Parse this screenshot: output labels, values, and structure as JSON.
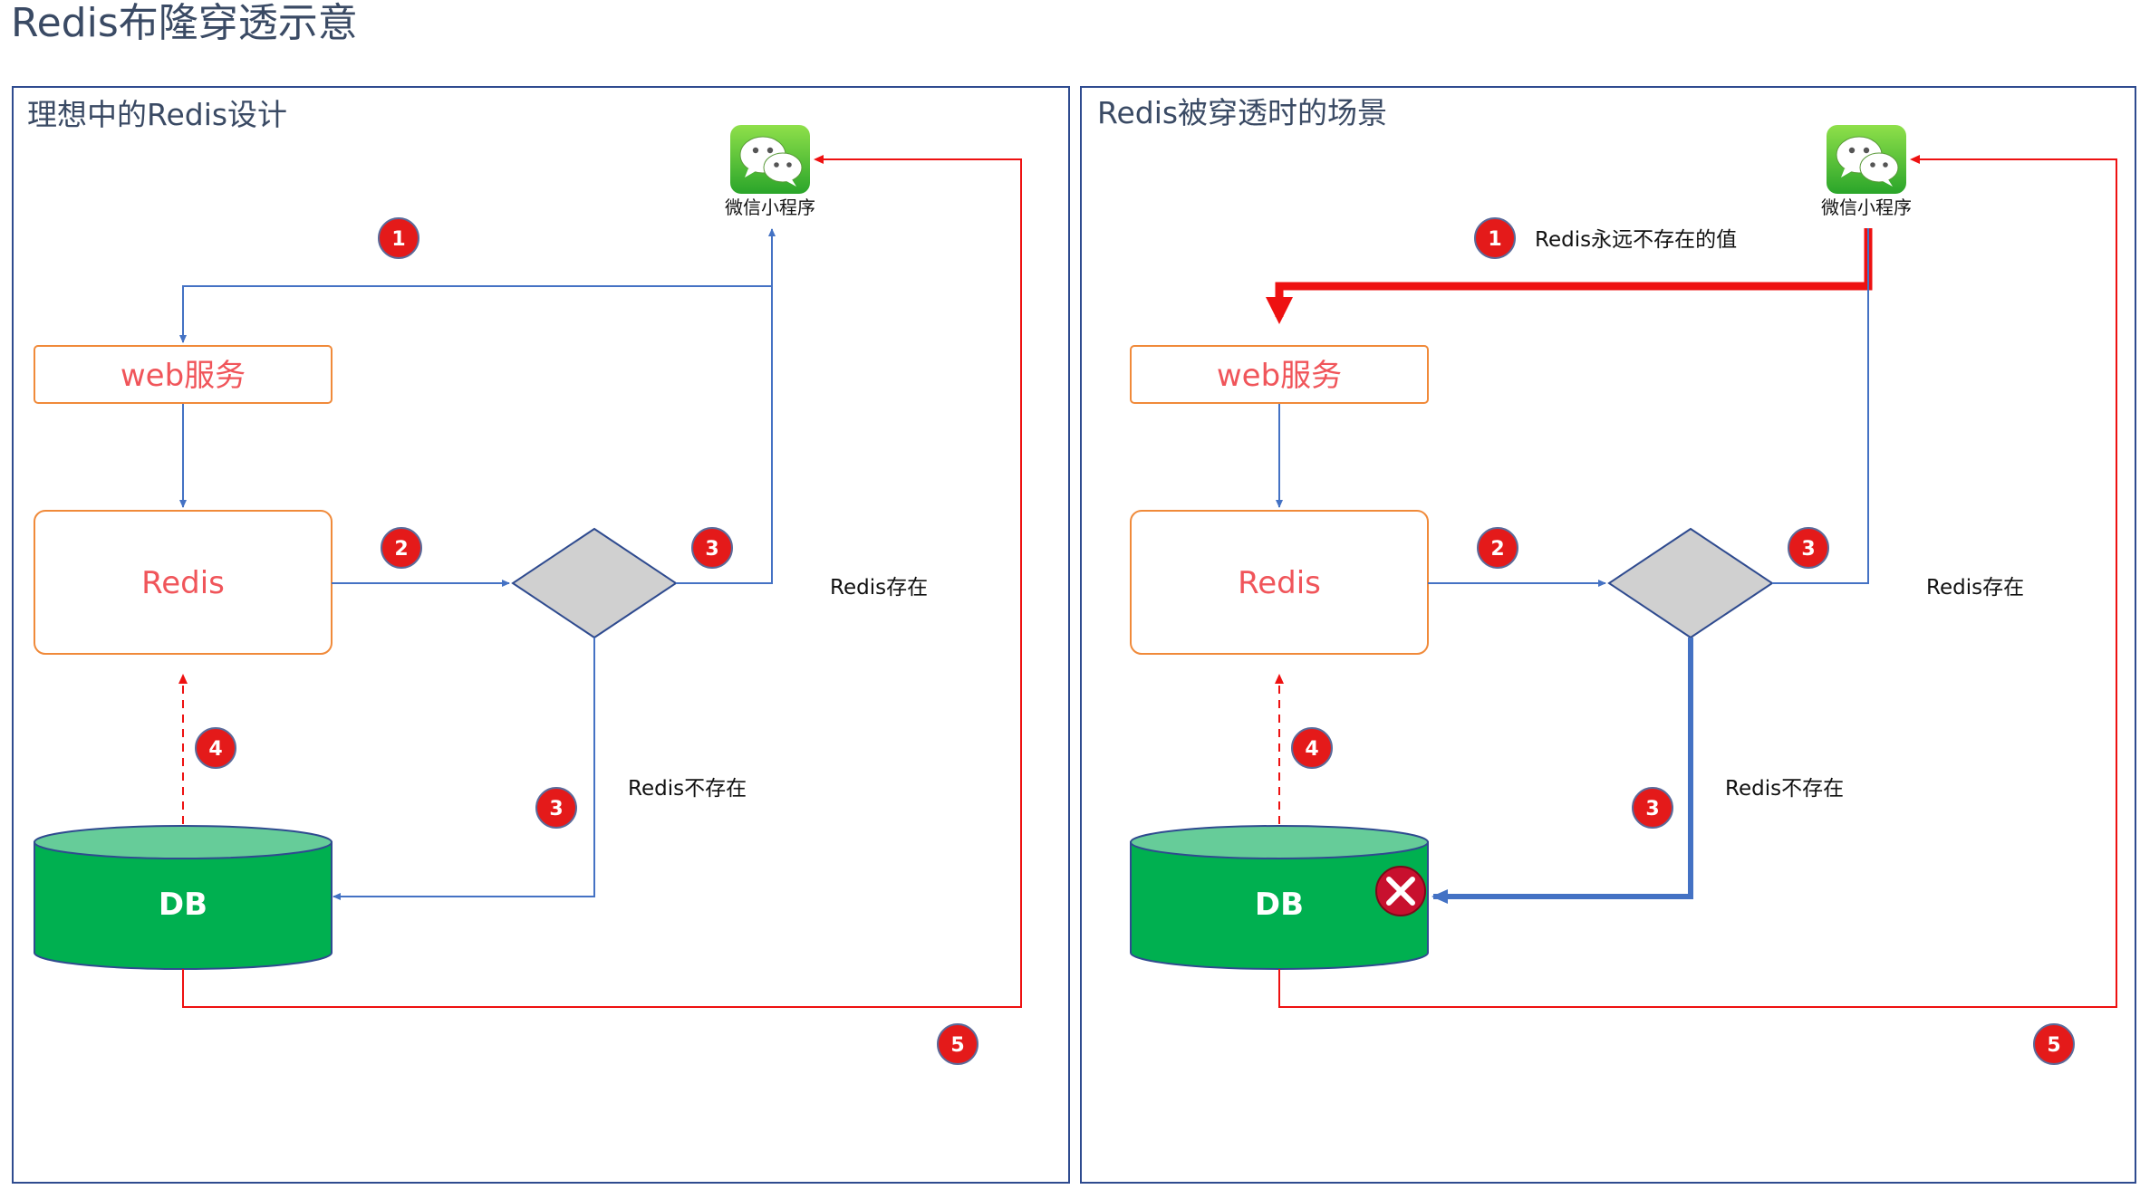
{
  "title": "Redis布隆穿透示意",
  "colors": {
    "panel_border": "#2f4b8f",
    "orange": "#f08a3a",
    "text_red": "#f0555a",
    "blue_line": "#4472c4",
    "red_line": "#ee1111",
    "badge_red": "#e41a1a",
    "db_green": "#00b050",
    "db_top": "#66cc99",
    "diamond_fill": "#d0d0d0",
    "title_color": "#3a4a64"
  },
  "left": {
    "heading": "理想中的Redis设计",
    "wechat_label": "微信小程序",
    "web_label": "web服务",
    "redis_label": "Redis",
    "db_label": "DB",
    "exists_label": "Redis存在",
    "notexists_label": "Redis不存在",
    "badges": [
      "1",
      "2",
      "3",
      "3",
      "4",
      "5"
    ]
  },
  "right": {
    "heading": "Redis被穿透时的场景",
    "wechat_label": "微信小程序",
    "web_label": "web服务",
    "redis_label": "Redis",
    "db_label": "DB",
    "exists_label": "Redis存在",
    "notexists_label": "Redis不存在",
    "step1_label": "Redis永远不存在的值",
    "badges": [
      "1",
      "2",
      "3",
      "3",
      "4",
      "5"
    ]
  },
  "icons": [
    "wechat-icon",
    "error-x-icon"
  ]
}
